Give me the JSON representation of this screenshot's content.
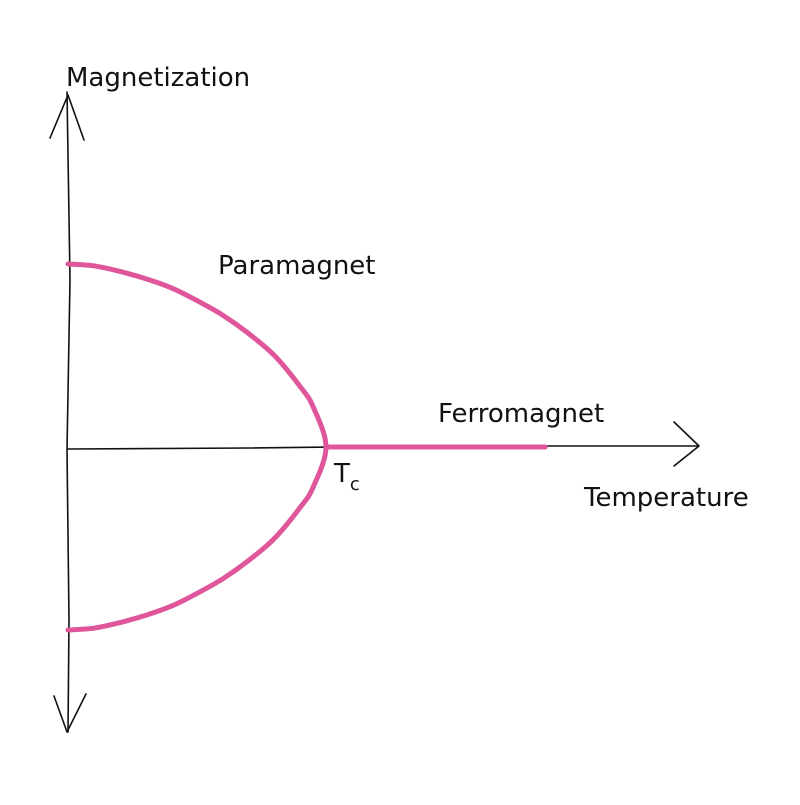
{
  "chart_data": {
    "type": "line",
    "title": "",
    "xlabel": "Temperature",
    "ylabel": "Magnetization",
    "xlim": [
      0,
      1.8
    ],
    "ylim": [
      -1.2,
      1.2
    ],
    "grid": false,
    "legend": "none",
    "series": [
      {
        "name": "Paramagnet",
        "x": [
          0,
          0.1,
          0.2,
          0.3,
          0.4,
          0.5,
          0.6,
          0.7,
          0.8,
          0.9,
          0.95,
          1.0
        ],
        "y": [
          1.0,
          0.99,
          0.96,
          0.92,
          0.87,
          0.8,
          0.72,
          0.62,
          0.5,
          0.33,
          0.22,
          0
        ],
        "mirrored": true
      },
      {
        "name": "Ferromagnet",
        "x": [
          1.0,
          1.2,
          1.4,
          1.6,
          1.85
        ],
        "y": [
          0,
          0,
          0,
          0,
          0
        ]
      }
    ],
    "annotations": [
      {
        "text": "T",
        "subscript": "c",
        "x": 1.0,
        "y": 0
      }
    ],
    "colors": {
      "curve": "#e0569b",
      "axes": "#111111"
    }
  }
}
